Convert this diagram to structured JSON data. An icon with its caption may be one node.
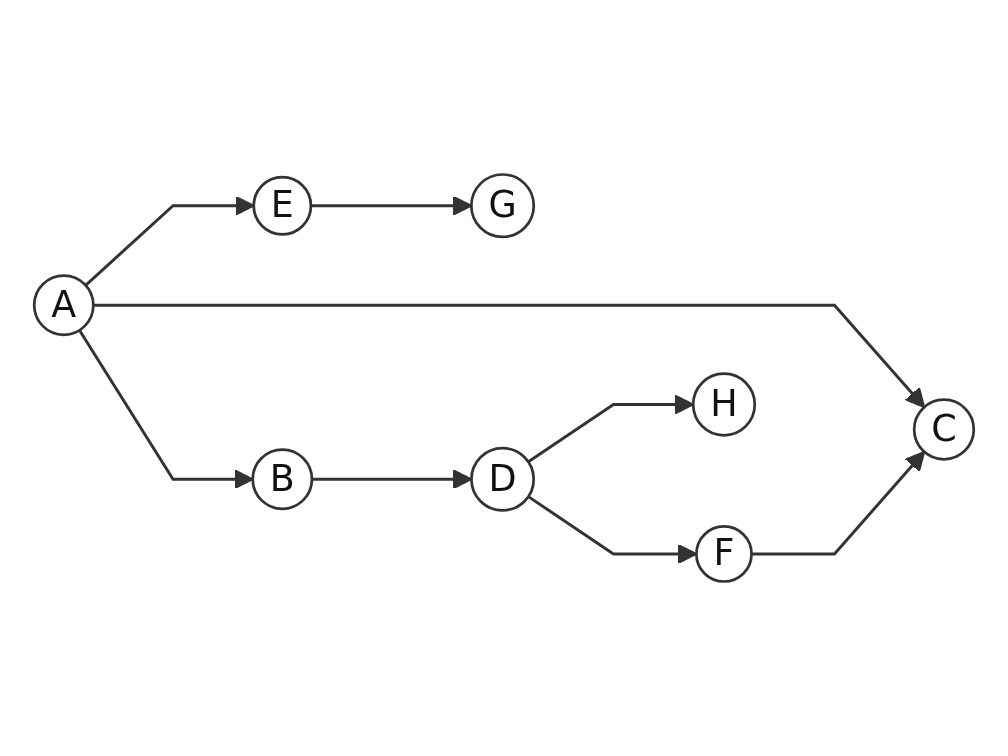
{
  "diagram": {
    "nodes": [
      {
        "text": [
          "E"
        ]
      },
      {
        "text": [
          "G"
        ]
      },
      {
        "text": [
          "C"
        ]
      },
      {
        "text": [
          "A"
        ]
      },
      {
        "text": [
          "F"
        ]
      },
      {
        "text": [
          "H"
        ]
      },
      {
        "text": [
          "B"
        ]
      },
      {
        "text": [
          "D"
        ]
      }
    ],
    "edges": [
      {
        "from": 3,
        "to": 0,
        "arrow": "to"
      },
      {
        "from": 3,
        "to": 2,
        "arrow": "to"
      },
      {
        "from": 3,
        "to": 6,
        "arrow": "to"
      },
      {
        "from": 0,
        "to": 1,
        "arrow": "to"
      },
      {
        "from": 4,
        "to": 2,
        "arrow": "to"
      },
      {
        "from": 6,
        "to": 7,
        "arrow": "to"
      },
      {
        "from": 7,
        "to": 4,
        "arrow": "to"
      },
      {
        "from": 7,
        "to": 5,
        "arrow": "to"
      }
    ]
  }
}
